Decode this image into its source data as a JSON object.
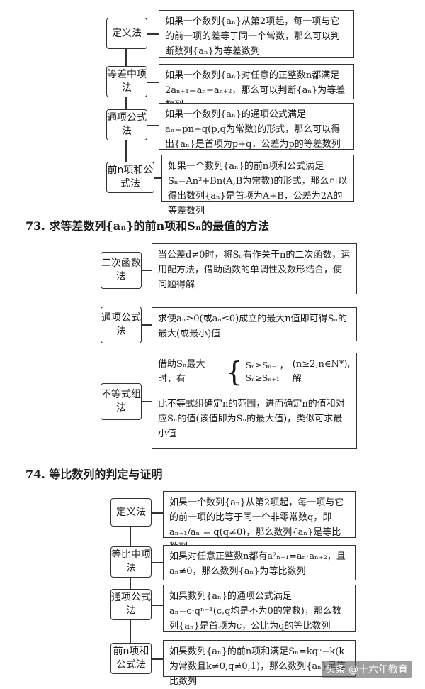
{
  "group1": {
    "items": [
      {
        "label": "定义法",
        "text": "如果一个数列{aₙ}从第2项起，每一项与它的前一项的差等于同一个常数，那么可以判断数列{aₙ}为等差数列"
      },
      {
        "label": "等差中项法",
        "text": "如果一个数列{aₙ}对任意的正整数n都满足2aₙ₊₁=aₙ+aₙ₊₂，那么可以判断{aₙ}为等差数列"
      },
      {
        "label": "通项公式法",
        "text": "如果一个数列{aₙ}的通项公式满足aₙ=pn+q(p,q为常数)的形式，那么可以得出{aₙ}是首项为p+q，公差为p的等差数列"
      },
      {
        "label": "前n项和公式法",
        "text": "如果一个数列{aₙ}的前n项和公式满足Sₙ=An²+Bn(A,B为常数)的形式，那么可以得出数列{aₙ}是首项为A+B，公差为2A的等差数列"
      }
    ]
  },
  "section73": {
    "title": "73. 求等差数列{aₙ}的前n项和Sₙ的最值的方法"
  },
  "group2": {
    "item1": {
      "label": "二次函数法",
      "text": "当公差d≠0时，将Sₙ看作关于n的二次函数，运用配方法，借助函数的单调性及数形结合，使问题得解"
    },
    "item2": {
      "label": "通项公式法",
      "text": "求使aₙ≥0(或aₙ≤0)成立的最大n值即可得Sₙ的最大(或最小)值"
    },
    "item3": {
      "label": "不等式组法",
      "lead": "借助Sₙ最大时，有",
      "line1": "Sₙ≥Sₙ₋₁，",
      "line2": "Sₙ≥Sₙ₊₁",
      "tail": "(n≥2,n∈N*),解",
      "rest": "此不等式组确定n的范围，进而确定n的值和对应Sₙ的值(该值即为Sₙ的最大值)，类似可求最小值"
    }
  },
  "section74": {
    "title": "74. 等比数列的判定与证明"
  },
  "group3": {
    "items": [
      {
        "label": "定义法",
        "text": "如果一个数列{aₙ}从第2项起，每一项与它的前一项的比等于同一个非零常数q，即 aₙ₊₁/aₙ = q(q≠0)，那么数列{aₙ}是等比数列"
      },
      {
        "label": "等比中项法",
        "text": "如果对任意正整数n都有a²ₙ₊₁=aₙ·aₙ₊₂，且aₙ≠0，那么数列{aₙ}为等比数列"
      },
      {
        "label": "通项公式法",
        "text": "如果数列{aₙ}的通项公式满足aₙ=c·qⁿ⁻¹(c,q均是不为0的常数)，那么数列{aₙ}是首项为c，公比为q的等比数列"
      },
      {
        "label": "前n项和公式法",
        "text": "如果数列{aₙ}的前n项和满足Sₙ=kqⁿ−k(k为常数且k≠0,q≠0,1)，那么数列{aₙ}是等比数列"
      }
    ]
  },
  "watermark": "头条 @十六年教育"
}
